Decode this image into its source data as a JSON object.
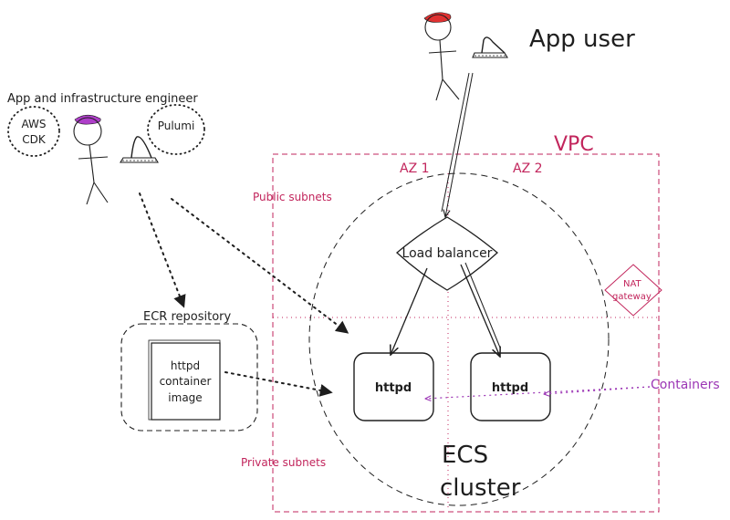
{
  "labels": {
    "app_user": "App user",
    "engineer": "App and infrastructure engineer",
    "aws_cdk_line1": "AWS",
    "aws_cdk_line2": "CDK",
    "pulumi": "Pulumi",
    "vpc": "VPC",
    "az1": "AZ 1",
    "az2": "AZ 2",
    "public_subnets": "Public subnets",
    "private_subnets": "Private subnets",
    "load_balancer": "Load balancer",
    "nat_line1": "NAT",
    "nat_line2": "gateway",
    "ecr_repository": "ECR repository",
    "image_line1": "httpd",
    "image_line2": "container",
    "image_line3": "image",
    "httpd_left": "httpd",
    "httpd_right": "httpd",
    "containers": "Containers",
    "ecs_line1": "ECS",
    "ecs_line2": "cluster"
  },
  "colors": {
    "ink": "#1e1e1e",
    "vpc_pink": "#c2255c",
    "container_violet": "#9c36b5",
    "hat_red": "#e03131",
    "hat_purple": "#ae3ec9"
  },
  "icons": {
    "user_figure": "stick-figure-icon",
    "user_laptop": "laptop-icon",
    "engineer_figure": "stick-figure-icon",
    "engineer_laptop": "laptop-icon"
  }
}
